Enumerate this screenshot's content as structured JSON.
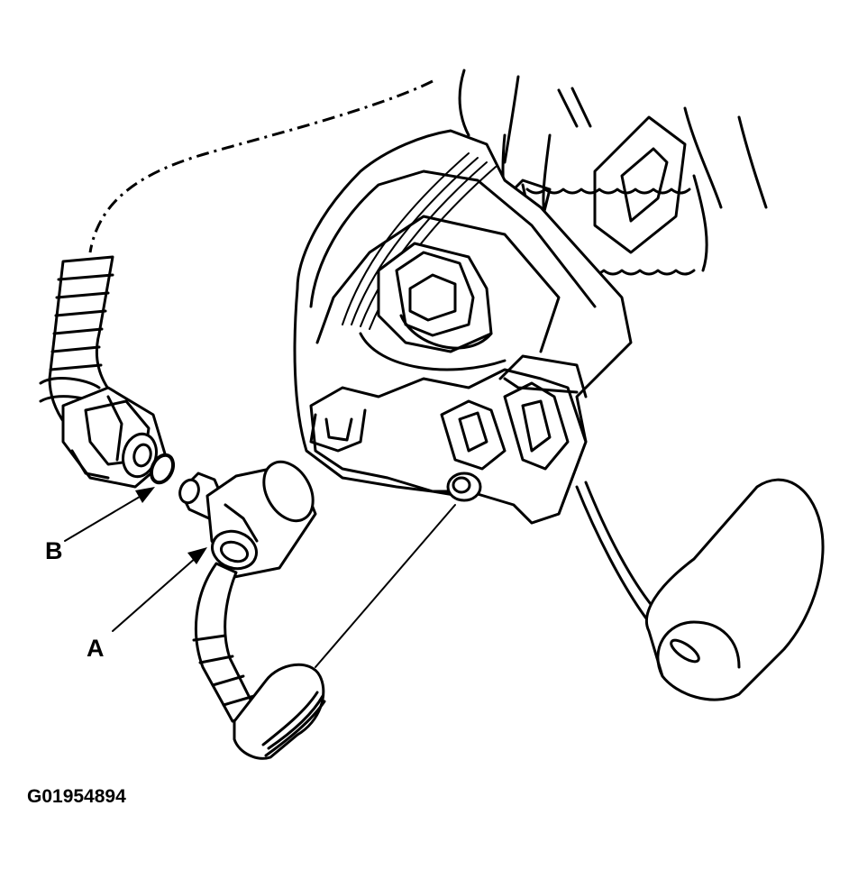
{
  "figure": {
    "id": "G01954894"
  },
  "callouts": [
    {
      "key": "a",
      "text": "A"
    },
    {
      "key": "b",
      "text": "B"
    }
  ]
}
